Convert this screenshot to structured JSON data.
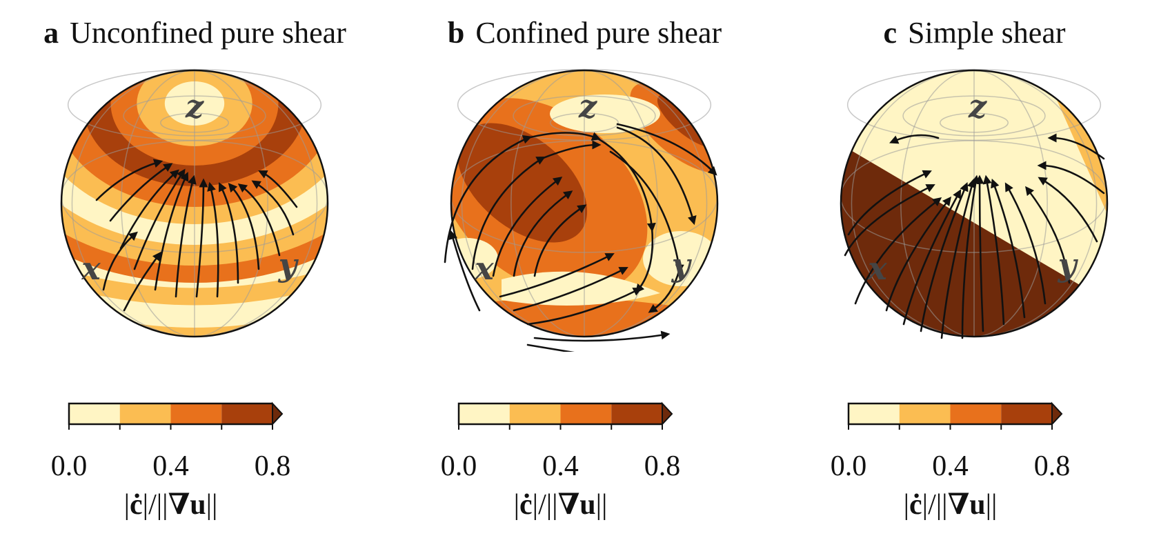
{
  "panels": [
    {
      "letter": "a",
      "title": "Unconfined pure shear"
    },
    {
      "letter": "b",
      "title": "Confined pure shear"
    },
    {
      "letter": "c",
      "title": "Simple shear"
    }
  ],
  "axes": {
    "x": "x",
    "y": "y",
    "z": "z"
  },
  "colorbar": {
    "ticks": [
      "0.0",
      "0.4",
      "0.8"
    ],
    "levels": [
      0.0,
      0.2,
      0.4,
      0.6,
      0.8
    ],
    "colors": [
      "#fff5c4",
      "#fbbd52",
      "#e8711c",
      "#a8400c",
      "#6e2a0b"
    ],
    "label_parts": {
      "open": "|",
      "c": "ċ",
      "mid": "|/||",
      "nabla": "∇",
      "u": "u",
      "close": "||"
    }
  }
}
